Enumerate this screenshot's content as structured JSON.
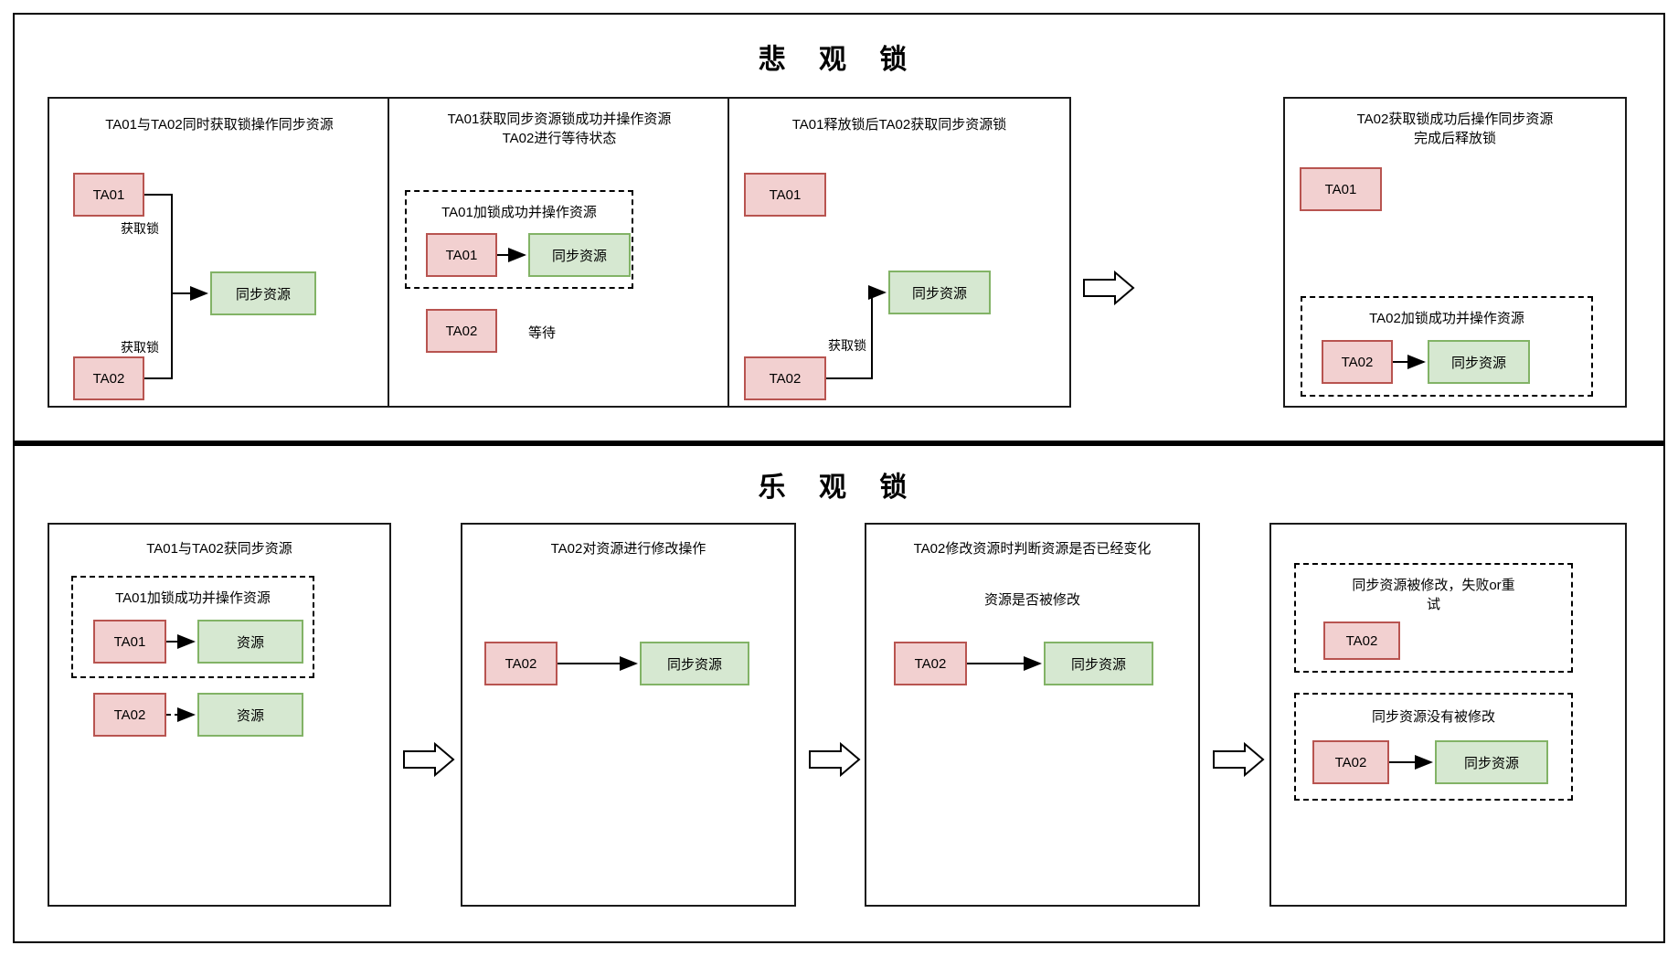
{
  "diagram": {
    "title_top": "悲 观 锁",
    "title_bottom": "乐 观 锁"
  },
  "labels": {
    "ta01": "TA01",
    "ta02": "TA02",
    "sync_resource": "同步资源",
    "resource": "资源",
    "acquire_lock": "获取锁",
    "waiting": "等待",
    "is_modified": "资源是否被修改"
  },
  "pessimistic": {
    "section_title": "悲 观 锁",
    "panels": [
      {
        "id": "p1",
        "title": "TA01与TA02同时获取锁操作同步资源",
        "nodes": {
          "ta01": "TA01",
          "ta02": "TA02",
          "resource": "同步资源"
        },
        "edge_labels": [
          "获取锁",
          "获取锁"
        ]
      },
      {
        "id": "p2",
        "title_line1": "TA01获取同步资源锁成功并操作资源",
        "title_line2": "TA02进行等待状态",
        "group_title": "TA01加锁成功并操作资源",
        "nodes": {
          "ta01": "TA01",
          "resource": "同步资源",
          "ta02": "TA02"
        },
        "status": "等待"
      },
      {
        "id": "p3",
        "title": "TA01释放锁后TA02获取同步资源锁",
        "nodes": {
          "ta01": "TA01",
          "ta02": "TA02",
          "resource": "同步资源"
        },
        "edge_label": "获取锁"
      },
      {
        "id": "p4",
        "title_line1": "TA02获取锁成功后操作同步资源",
        "title_line2": "完成后释放锁",
        "group_title": "TA02加锁成功并操作资源",
        "nodes": {
          "ta01": "TA01",
          "ta02": "TA02",
          "resource": "同步资源"
        }
      }
    ]
  },
  "optimistic": {
    "section_title": "乐 观 锁",
    "panels": [
      {
        "id": "p5",
        "title": "TA01与TA02获同步资源",
        "group_title": "TA01加锁成功并操作资源",
        "nodes": {
          "ta01": "TA01",
          "resource1": "资源",
          "ta02": "TA02",
          "resource2": "资源"
        }
      },
      {
        "id": "p6",
        "title": "TA02对资源进行修改操作",
        "nodes": {
          "ta02": "TA02",
          "resource": "同步资源"
        }
      },
      {
        "id": "p7",
        "title": "TA02修改资源时判断资源是否已经变化",
        "sub_label": "资源是否被修改",
        "nodes": {
          "ta02": "TA02",
          "resource": "同步资源"
        }
      },
      {
        "id": "p8",
        "group1_title": "同步资源被修改，失败or重试",
        "group1_title_line1": "同步资源被修改，失败or重",
        "group1_title_line2": "试",
        "group2_title": "同步资源没有被修改",
        "nodes": {
          "ta02_a": "TA02",
          "ta02_b": "TA02",
          "resource": "同步资源"
        }
      }
    ]
  },
  "colors": {
    "node_ta_fill": "#f2d0d0",
    "node_ta_stroke": "#b85450",
    "node_res_fill": "#d6e8d1",
    "node_res_stroke": "#82b366",
    "line": "#000000",
    "panel_border": "#1a1a1a"
  }
}
